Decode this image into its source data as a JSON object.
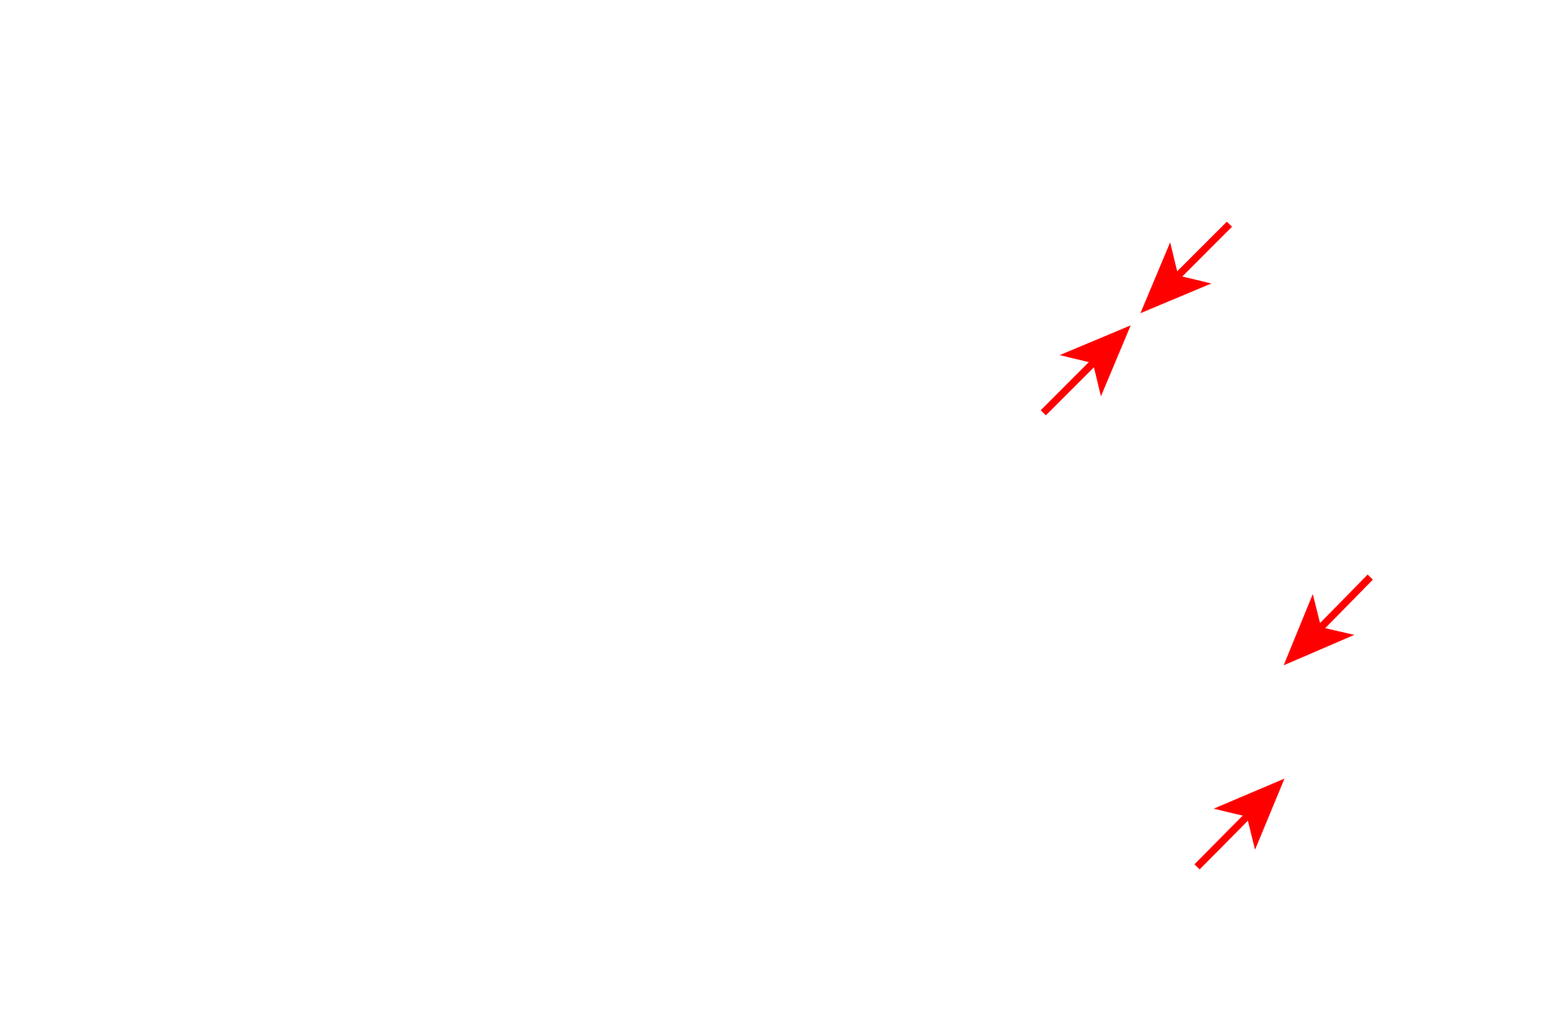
{
  "background_color": "#ffffff",
  "annotations": {
    "arrow_color": "#ff0000",
    "arrows": [
      {
        "label": "arrow-pointing-down-left"
      },
      {
        "label": "arrow-pointing-up-right"
      },
      {
        "label": "arrow-pointing-down-left"
      },
      {
        "label": "arrow-pointing-up-right"
      }
    ]
  }
}
